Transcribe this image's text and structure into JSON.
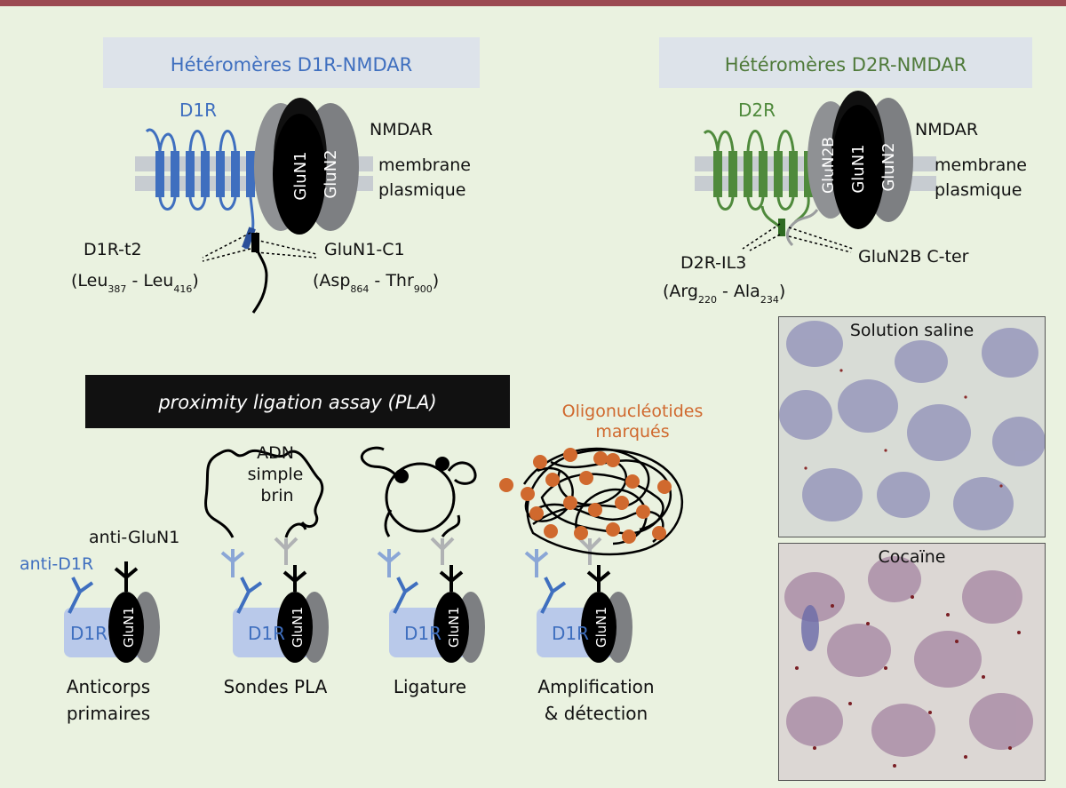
{
  "d1r_panel": {
    "title": "Hétéromères D1R-NMDAR",
    "receptor": "D1R",
    "nmdar": "NMDAR",
    "glun1": "GluN1",
    "glun2": "GluN2",
    "membrane_line1": "membrane",
    "membrane_line2": "plasmique",
    "segment_left": "D1R-t2",
    "segment_left_range": {
      "start": "Leu",
      "start_sub": "387",
      "sep": " - ",
      "end": "Leu",
      "end_sub": "416"
    },
    "segment_right": "GluN1-C1",
    "segment_right_range": {
      "start": "Asp",
      "start_sub": "864",
      "sep": " - ",
      "end": "Thr",
      "end_sub": "900"
    }
  },
  "d2r_panel": {
    "title": "Hétéromères D2R-NMDAR",
    "receptor": "D2R",
    "nmdar": "NMDAR",
    "glun2b": "GluN2B",
    "glun1": "GluN1",
    "glun2": "GluN2",
    "membrane_line1": "membrane",
    "membrane_line2": "plasmique",
    "segment_left": "D2R-IL3",
    "segment_left_range": {
      "start": "Arg",
      "start_sub": "220",
      "sep": " - ",
      "end": "Ala",
      "end_sub": "234"
    },
    "segment_right": "GluN2B C-ter"
  },
  "pla": {
    "banner": "proximity ligation assay (PLA)",
    "oligo_line1": "Oligonucléotides",
    "oligo_line2": "marqués",
    "dna_line1": "ADN",
    "dna_line2": "simple",
    "dna_line3": "brin",
    "anti_glun1": "anti-GluN1",
    "anti_d1r": "anti-D1R",
    "d1r": "D1R",
    "glun1": "GluN1",
    "steps": [
      {
        "line1": "Anticorps",
        "line2": "primaires"
      },
      {
        "line1": "Sondes PLA",
        "line2": ""
      },
      {
        "line1": "Ligature",
        "line2": ""
      },
      {
        "line1": "Amplification",
        "line2": "& détection"
      }
    ]
  },
  "photos": {
    "top_label": "Solution saline",
    "bottom_label": "Cocaïne"
  },
  "colors": {
    "top_rule": "#9b4a52",
    "background": "#eaf2e0",
    "d1r_blue": "#3f6fbf",
    "d1r_light": "#8aa6d6",
    "d1r_box": "#b9c9ea",
    "d2r_green": "#4f8a3c",
    "d2r_title": "#4f7a3a",
    "oligo_orange": "#d0692e",
    "banner": "#111111",
    "title_box": "#dde3ea"
  }
}
